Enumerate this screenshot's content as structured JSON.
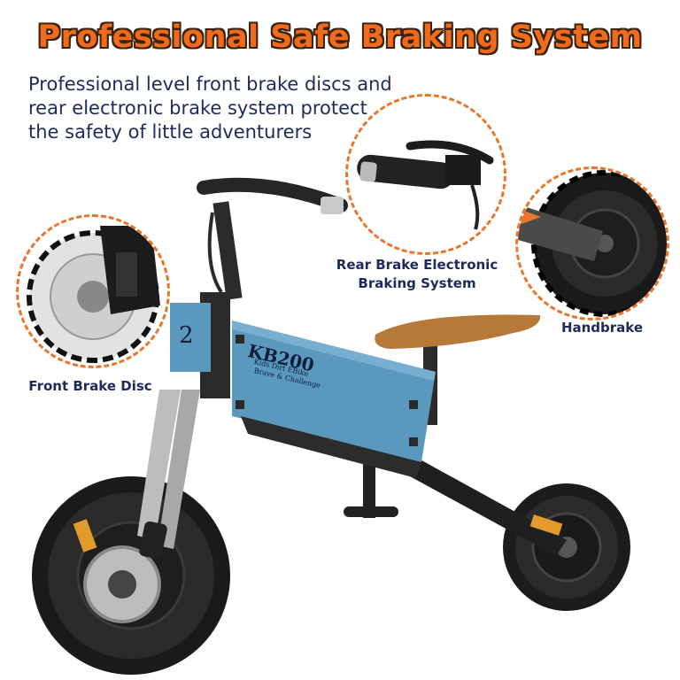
{
  "headline": "Professional Safe Braking System",
  "description": "Professional level front brake discs and rear electronic brake system protect the safety of little adventurers",
  "callouts": {
    "front": "Front Brake Disc",
    "rear_line1": "Rear Brake Electronic",
    "rear_line2": "Braking System",
    "handbrake": "Handbrake"
  },
  "bike": {
    "frame_model": "KB200",
    "frame_line1": "Kids Dirt EBike",
    "frame_line2": "Brave & Challenge",
    "plate_number": "2"
  },
  "colors": {
    "accent": "#f26a1b",
    "text": "#1e2a5c",
    "frame": "#5b98be",
    "seat": "#b67938"
  }
}
